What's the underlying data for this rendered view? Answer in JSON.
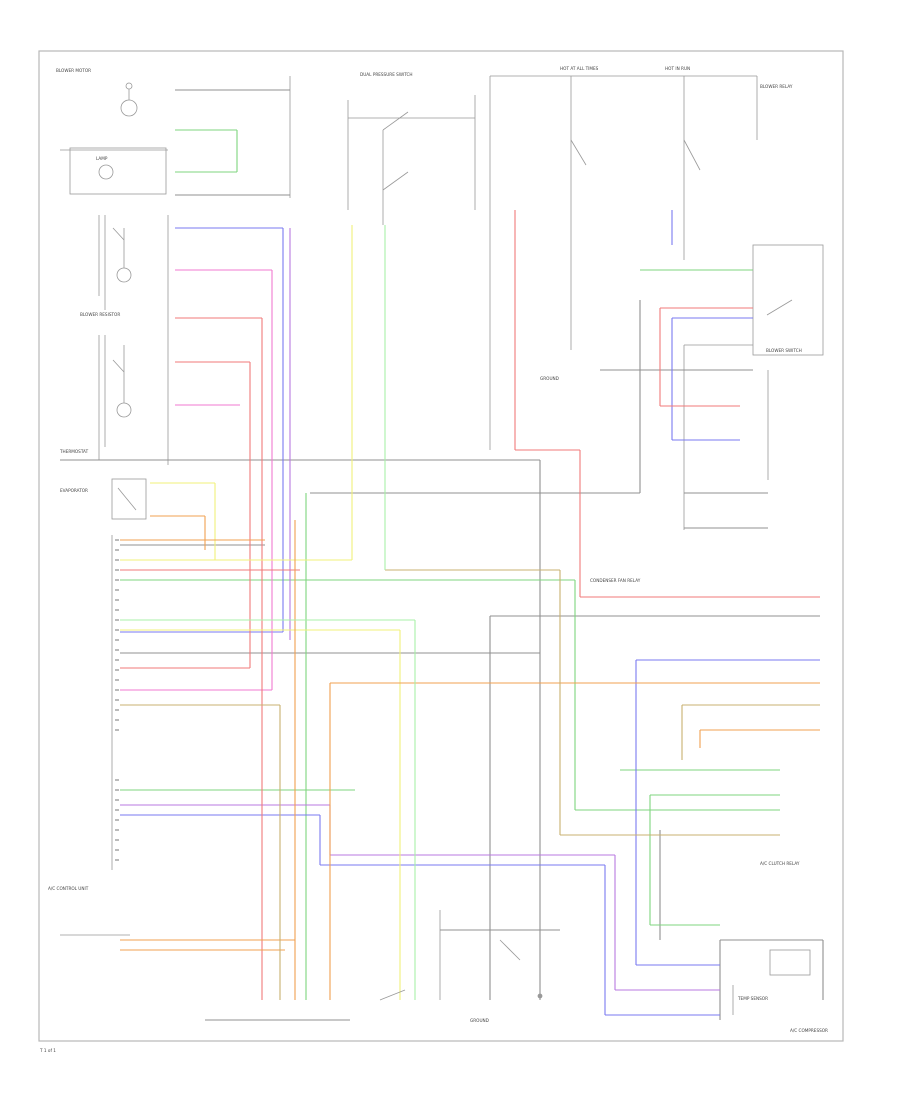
{
  "colors": {
    "frame": "#b8b8b8",
    "black": "#909090",
    "green": "#7fd57f",
    "blue": "#7a7af0",
    "violet": "#b87ae0",
    "pink": "#f07ad0",
    "red": "#f07a7a",
    "yellow": "#f0f07a",
    "orange": "#f0a050",
    "tan": "#c8b070",
    "lightgreen": "#a8f0a8"
  },
  "labels": {
    "blower_motor": "BLOWER MOTOR",
    "blower_resistor": "BLOWER RESISTOR",
    "blower_switch": "BLOWER SWITCH",
    "blower_relay": "BLOWER RELAY",
    "temp_sensor": "TEMP SENSOR",
    "ac_compressor": "A/C COMPRESSOR",
    "lamp": "LAMP",
    "ac_clutch_relay": "A/C CLUTCH RELAY",
    "ac_control_unit": "A/C CONTROL UNIT",
    "pressure_switch": "DUAL PRESSURE SWITCH",
    "hot_fuse": "HOT AT ALL TIMES",
    "ignition": "HOT IN RUN",
    "ground": "GROUND",
    "fan_relay": "CONDENSER FAN RELAY",
    "thermostat": "THERMOSTAT",
    "evaporator": "EVAPORATOR",
    "page_code": "T 1 of 1"
  }
}
